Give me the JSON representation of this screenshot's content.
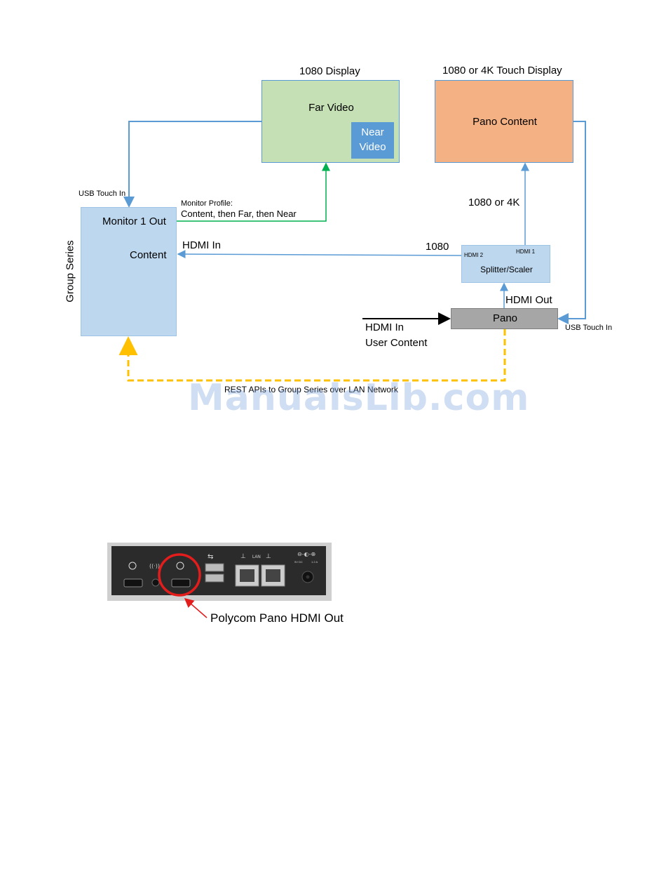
{
  "diagram": {
    "display_1080_title": "1080 Display",
    "far_video": "Far Video",
    "near_video_line1": "Near",
    "near_video_line2": "Video",
    "touch_display_title": "1080 or 4K Touch Display",
    "pano_content": "Pano Content",
    "group_series": "Group  Series",
    "monitor_1_out": "Monitor 1 Out",
    "content": "Content",
    "usb_touch_in_left": "USB Touch In",
    "monitor_profile_label": "Monitor Profile:",
    "monitor_profile_value": "Content, then Far, then Near",
    "hdmi_in_group": "HDMI In",
    "res_1080": "1080",
    "res_1080_or_4k": "1080 or 4K",
    "splitter_hdmi2": "HDMI 2",
    "splitter_hdmi1": "HDMI 1",
    "splitter_scaler": "Splitter/Scaler",
    "hdmi_out": "HDMI Out",
    "pano": "Pano",
    "usb_touch_in_right": "USB Touch In",
    "hdmi_in_user_line1": "HDMI In",
    "hdmi_in_user_line2": "User Content",
    "rest_apis": "REST APIs to Group Series over LAN Network",
    "colors": {
      "group_box": "#bdd7ee",
      "far_video_box": "#c5e0b4",
      "near_video_box": "#5b9bd5",
      "pano_content_box": "#f4b183",
      "splitter_box": "#bdd7ee",
      "pano_box": "#a6a6a6",
      "blue_line": "#5b9bd5",
      "green_line": "#00b050",
      "yellow_dash": "#ffc000",
      "red_highlight": "#e31c1c"
    }
  },
  "watermark": "ManualsLib.com",
  "photo": {
    "lan_label": "LAN",
    "power_label": "5V DC",
    "current_label": "1.2 A",
    "caption": "Polycom Pano HDMI Out"
  }
}
